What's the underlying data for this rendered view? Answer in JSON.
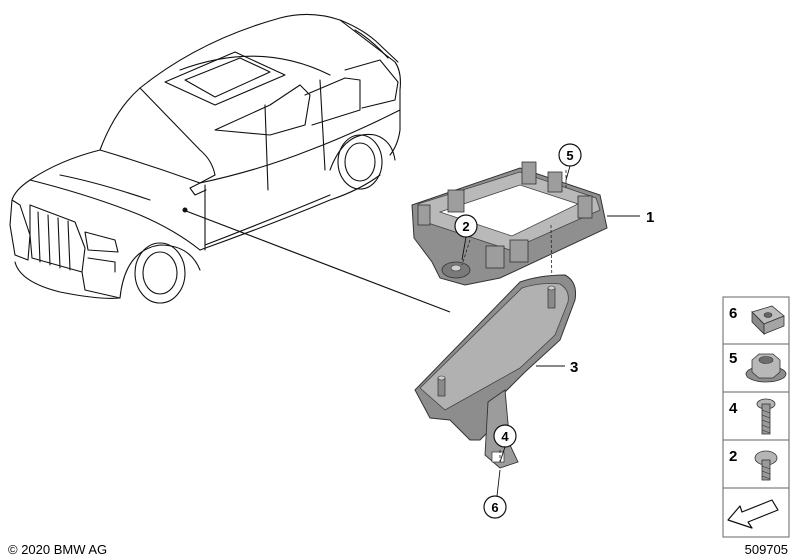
{
  "diagram": {
    "part_labels": [
      "1",
      "3"
    ],
    "callouts": [
      "5",
      "2",
      "4",
      "6"
    ],
    "legend": {
      "items": [
        {
          "number": "6",
          "icon": "clip-nut-icon"
        },
        {
          "number": "5",
          "icon": "hex-flange-nut-icon"
        },
        {
          "number": "4",
          "icon": "screw-icon"
        },
        {
          "number": "2",
          "icon": "short-screw-icon"
        }
      ],
      "arrow_icon": "direction-arrow-icon"
    },
    "copyright": "© 2020 BMW AG",
    "diagram_id": "509705"
  }
}
